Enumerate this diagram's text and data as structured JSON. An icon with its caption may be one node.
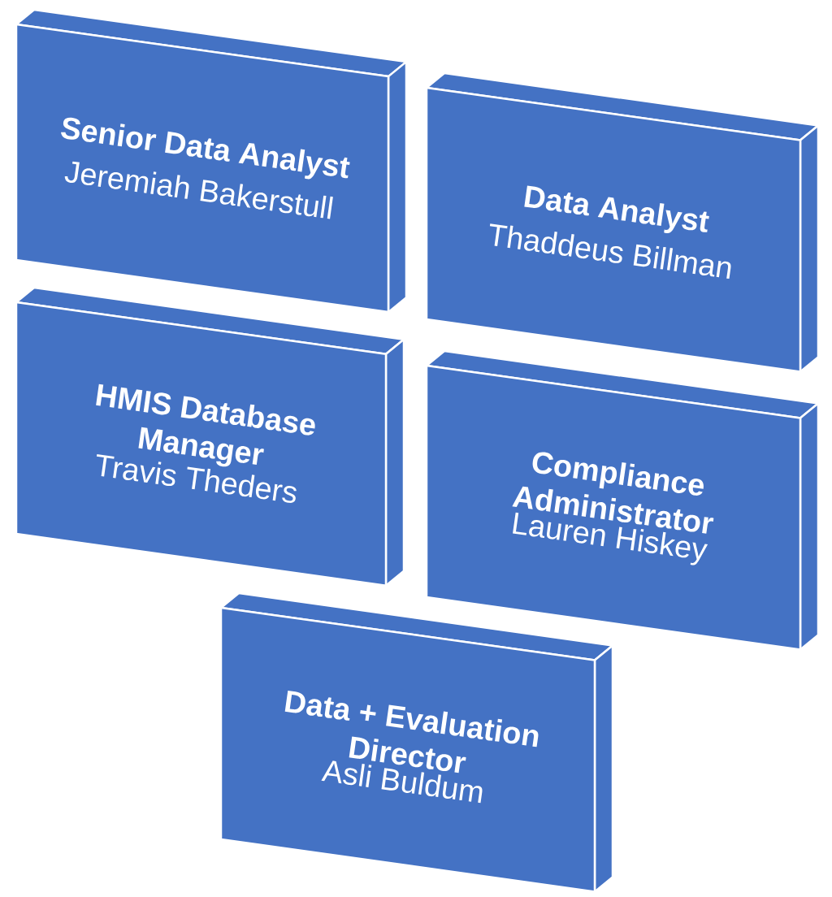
{
  "diagram": {
    "nodes": [
      {
        "text": [
          "Senior Data Analyst",
          "Jeremiah Bakerstull"
        ]
      },
      {
        "text": [
          "Data Analyst",
          "Thaddeus Billman"
        ]
      },
      {
        "text": [
          "HMIS Database Manager",
          "Travis Theders"
        ]
      },
      {
        "text": [
          "Compliance Administrator",
          "Lauren Hiskey"
        ]
      },
      {
        "text": [
          "Data + Evaluation Director",
          "Asli Buldum"
        ]
      }
    ]
  }
}
